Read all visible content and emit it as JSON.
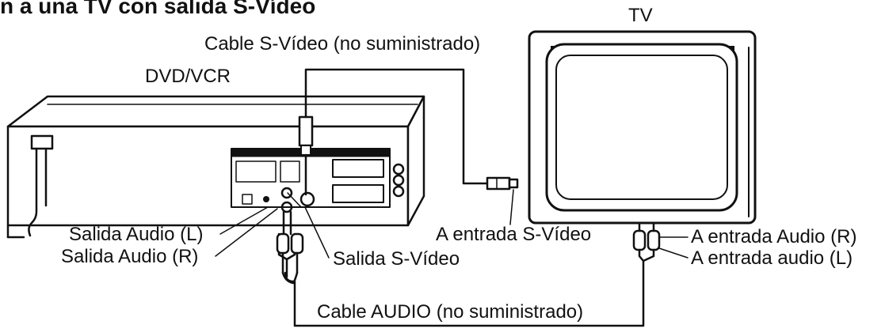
{
  "title": "n a una TV con salida S-Vídeo",
  "labels": {
    "tv": "TV",
    "dvd_vcr": "DVD/VCR",
    "svideo_cable": "Cable S-Vídeo (no suministrado)",
    "audio_out_l": "Salida Audio (L)",
    "audio_out_r": "Salida Audio (R)",
    "svideo_out": "Salida S-Vídeo",
    "svideo_in": "A entrada S-Vídeo",
    "audio_in_r": "A entrada Audio (R)",
    "audio_in_l": "A entrada audio (L)",
    "audio_cable": "Cable AUDIO (no suministrado)"
  },
  "colors": {
    "ink": "#111111",
    "paper": "#ffffff"
  }
}
